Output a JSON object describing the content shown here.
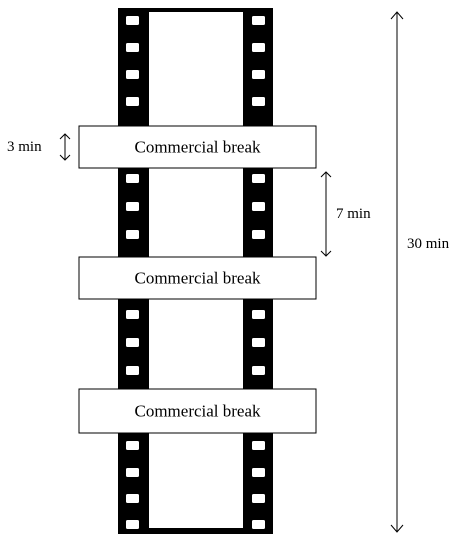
{
  "diagram": {
    "commercial_breaks": [
      {
        "label": "Commercial break"
      },
      {
        "label": "Commercial break"
      },
      {
        "label": "Commercial break"
      }
    ],
    "annotations": {
      "break_duration": "3 min",
      "program_segment": "7 min",
      "total_duration": "30 min"
    }
  },
  "colors": {
    "film": "#000000",
    "frame": "#ffffff",
    "box_fill": "#ffffff",
    "box_stroke": "#000000",
    "arrow": "#000000"
  }
}
